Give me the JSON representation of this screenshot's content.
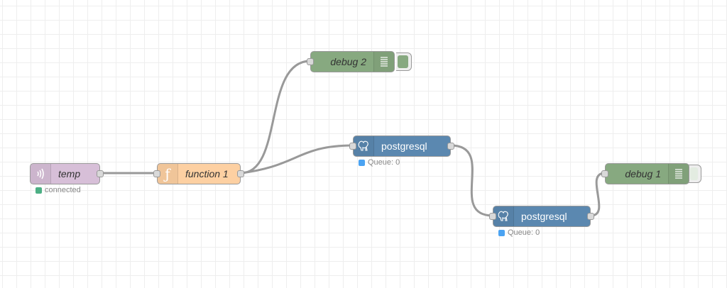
{
  "colors": {
    "inject": "#d7bfd8",
    "function": "#fdd0a2",
    "debug": "#87a980",
    "postgres": "#5b88b0",
    "wire": "#999999",
    "status_connected": "#4caf84",
    "status_queue": "#4ba3f2",
    "port": "#d9d9d9"
  },
  "nodes": {
    "temp": {
      "label": "temp",
      "icon": "inject-wave-icon",
      "status": "connected"
    },
    "function1": {
      "label": "function 1",
      "icon": "function-icon",
      "icon_glyph": "ƒ"
    },
    "debug2": {
      "label": "debug 2",
      "icon": "debug-list-icon",
      "toggle_active": true
    },
    "postgres1": {
      "label": "postgresql",
      "icon": "postgres-elephant-icon",
      "status": "Queue: 0"
    },
    "postgres2": {
      "label": "postgresql",
      "icon": "postgres-elephant-icon",
      "status": "Queue: 0"
    },
    "debug1": {
      "label": "debug 1",
      "icon": "debug-list-icon",
      "toggle_active": false
    }
  }
}
